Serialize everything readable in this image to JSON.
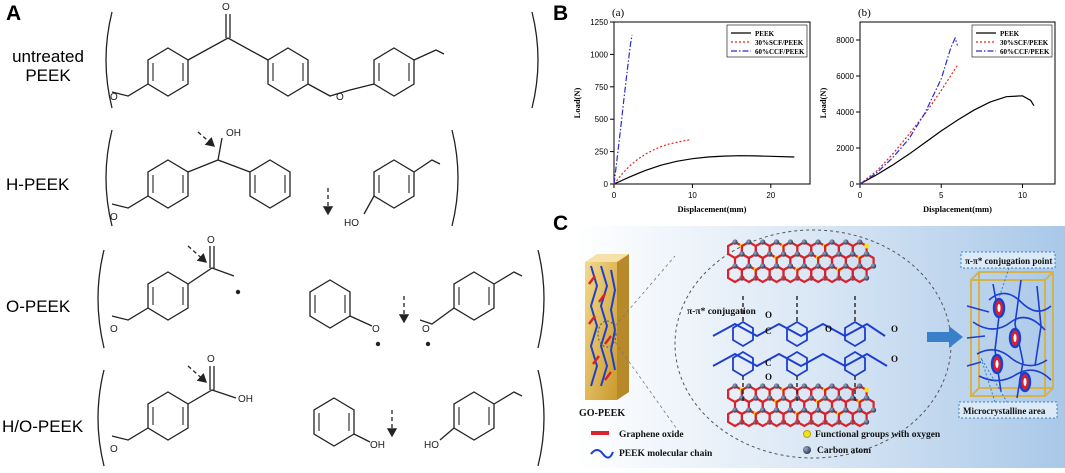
{
  "figure": {
    "panel_labels": {
      "a": "A",
      "b": "B",
      "c": "C"
    },
    "panel_a": {
      "rows": [
        {
          "label": "untreated PEEK",
          "atoms": [
            "O",
            "O",
            "O"
          ]
        },
        {
          "label": "H-PEEK",
          "atoms": [
            "OH",
            "O",
            "HO"
          ]
        },
        {
          "label": "O-PEEK",
          "atoms": [
            "O",
            "O",
            "O",
            "O"
          ]
        },
        {
          "label": "H/O-PEEK",
          "atoms": [
            "O",
            "OH",
            "O",
            "OH",
            "HO"
          ]
        }
      ]
    },
    "panel_c": {
      "go_peek_label": "GO-PEEK",
      "conjugation_label": "π-π* conjugation",
      "conjugation_point_label": "π-π*  conjugation point",
      "microcrystalline_label": "Microcrystalline area",
      "legend": {
        "graphene_oxide": "Graphene oxide",
        "peek_chain": "PEEK molecular chain",
        "functional_groups": "Functional groups with oxygen",
        "carbon_atom": "Carbon atom"
      },
      "atom_letters": [
        "O",
        "C",
        "C",
        "O",
        "O",
        "O",
        "O"
      ],
      "colors": {
        "graphene": "#d9222b",
        "chain": "#1d3fd1",
        "gold": "#d6b24a",
        "carbon": "#3f4d6b",
        "oxygen_group": "#f2e21b"
      }
    }
  },
  "chart_data": [
    {
      "type": "line",
      "title": "(a)",
      "xlabel": "Displacement(mm)",
      "ylabel": "Load(N)",
      "xlim": [
        0,
        25
      ],
      "ylim": [
        0,
        1250
      ],
      "xticks": [
        "0",
        "10",
        "20"
      ],
      "yticks": [
        "0",
        "250",
        "500",
        "750",
        "1000",
        "1250"
      ],
      "legend_position": "top-right",
      "series": [
        {
          "name": "PEEK",
          "color": "#000000",
          "dash": "solid",
          "x": [
            0,
            2,
            4,
            6,
            8,
            10,
            12,
            14,
            16,
            18,
            20,
            23
          ],
          "y": [
            0,
            55,
            105,
            145,
            175,
            195,
            208,
            215,
            218,
            217,
            214,
            208
          ]
        },
        {
          "name": "30%SCF/PEEK",
          "color": "#e8221f",
          "dash": "dotted",
          "x": [
            0,
            1,
            2,
            3,
            4,
            5,
            6,
            7,
            8,
            9,
            9.8
          ],
          "y": [
            0,
            75,
            140,
            190,
            230,
            262,
            288,
            308,
            322,
            334,
            342
          ]
        },
        {
          "name": "60%CCF/PEEK",
          "color": "#2a2ad6",
          "dash": "dashdot",
          "x": [
            0,
            0.3,
            0.6,
            0.9,
            1.2,
            1.5,
            1.8,
            2.1,
            2.3
          ],
          "y": [
            0,
            150,
            300,
            460,
            620,
            780,
            930,
            1080,
            1150
          ]
        }
      ]
    },
    {
      "type": "line",
      "title": "(b)",
      "xlabel": "Displacement(mm)",
      "ylabel": "Load(N)",
      "xlim": [
        0,
        12
      ],
      "ylim": [
        0,
        9000
      ],
      "xticks": [
        "0",
        "5",
        "10"
      ],
      "yticks": [
        "0",
        "2000",
        "4000",
        "6000",
        "8000"
      ],
      "legend_position": "top-right",
      "series": [
        {
          "name": "PEEK",
          "color": "#000000",
          "dash": "solid",
          "x": [
            0,
            1,
            2,
            3,
            4,
            5,
            6,
            7,
            8,
            9,
            10,
            10.5,
            10.7
          ],
          "y": [
            0,
            500,
            1050,
            1650,
            2300,
            2950,
            3550,
            4100,
            4550,
            4850,
            4900,
            4650,
            4350
          ]
        },
        {
          "name": "30%SCF/PEEK",
          "color": "#e8221f",
          "dash": "dotted",
          "x": [
            0,
            1,
            2,
            3,
            4,
            5,
            6
          ],
          "y": [
            0,
            700,
            1650,
            2750,
            3900,
            5200,
            6600
          ]
        },
        {
          "name": "60%CCF/PEEK",
          "color": "#2a2ad6",
          "dash": "dashdot",
          "x": [
            0,
            1,
            2,
            3,
            4,
            5,
            5.6,
            5.85,
            6.0
          ],
          "y": [
            0,
            600,
            1450,
            2500,
            3950,
            5850,
            7600,
            8100,
            7700
          ]
        }
      ]
    }
  ]
}
